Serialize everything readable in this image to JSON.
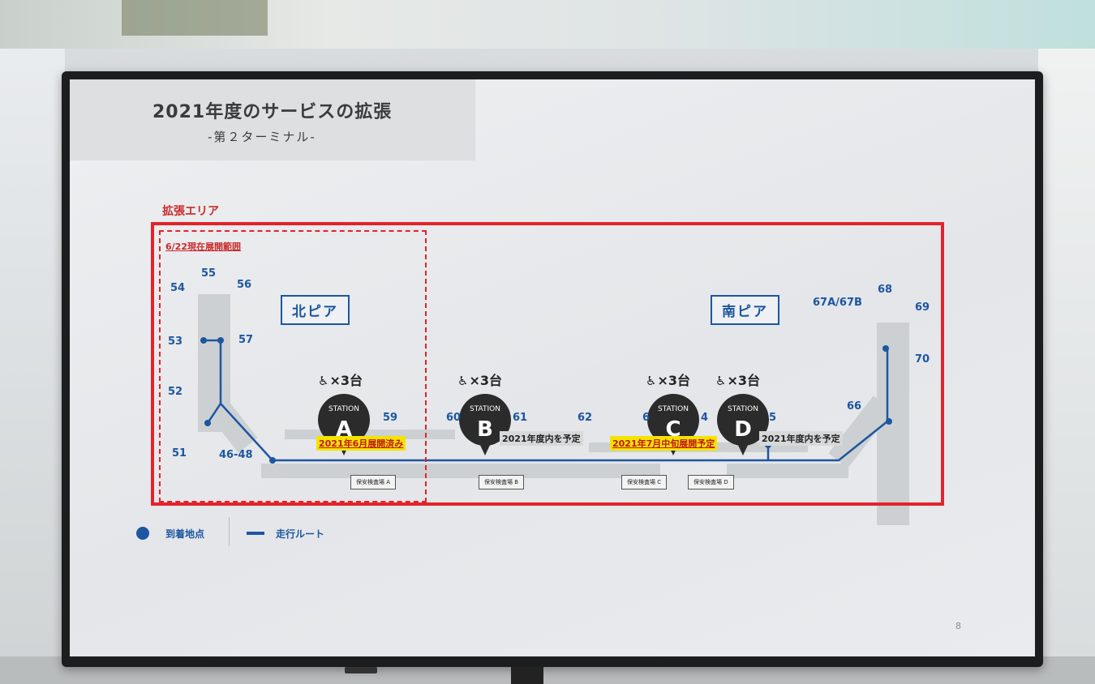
{
  "slide": {
    "title": "2021年度のサービスの拡張",
    "subtitle": "-第２ターミナル-",
    "expansion_area_label": "拡張エリア",
    "current_range_label": "6/22現在展開範囲",
    "page_number": "8"
  },
  "piers": {
    "north": "北ピア",
    "south": "南ピア"
  },
  "gates": {
    "g51": "51",
    "g52": "52",
    "g53": "53",
    "g54": "54",
    "g55": "55",
    "g56": "56",
    "g57": "57",
    "g4648": "46-48",
    "g59": "59",
    "g60": "60",
    "g61": "61",
    "g62": "62",
    "g63": "6",
    "g64": "4",
    "g65": "5",
    "g66": "66",
    "g67": "67A/67B",
    "g68": "68",
    "g69": "69",
    "g70": "70"
  },
  "stations": [
    {
      "id": "A",
      "station_text": "STATION",
      "letter": "A",
      "count": "×3台",
      "status": "2021年6月展開済み"
    },
    {
      "id": "B",
      "station_text": "STATION",
      "letter": "B",
      "count": "×3台",
      "status": "2021年度内を予定"
    },
    {
      "id": "C",
      "station_text": "STATION",
      "letter": "C",
      "count": "×3台",
      "status": "2021年7月中旬展開予定"
    },
    {
      "id": "D",
      "station_text": "STATION",
      "letter": "D",
      "count": "×3台",
      "status": "2021年度内を予定"
    }
  ],
  "checkpoints": [
    "保安検査場 A",
    "保安検査場 B",
    "保安検査場 C",
    "保安検査場 D"
  ],
  "legend": {
    "arrival": "到着地点",
    "route": "走行ルート"
  },
  "colors": {
    "route_blue": "#1d56a0",
    "frame_red": "#e3232b",
    "highlight_yellow": "#f5e300",
    "marker_dark": "#2b2b2b"
  },
  "icons": {
    "robot": "wheelchair-robot-icon"
  }
}
